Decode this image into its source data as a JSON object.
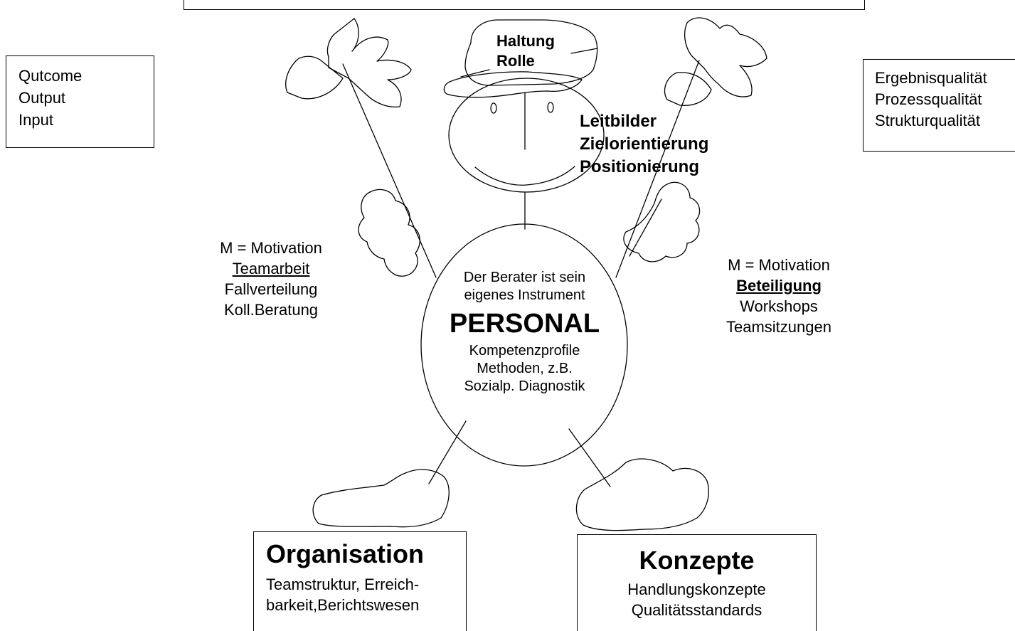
{
  "top_box": {},
  "left_box": {
    "lines": [
      "Qutcome",
      "Output",
      "Input"
    ]
  },
  "right_box": {
    "lines": [
      "Ergebnisqualität",
      "Prozessqualität",
      "Strukturqualität"
    ]
  },
  "hat": {
    "lines": [
      "Haltung",
      "Rolle"
    ]
  },
  "head_labels": {
    "lines": [
      "Leitbilder",
      "Zielorientierung",
      "Positionierung"
    ]
  },
  "left_arm": {
    "motivation": "M = Motivation",
    "heading": "Teamarbeit",
    "items": [
      "Fallverteilung",
      "Koll.Beratung"
    ]
  },
  "right_arm": {
    "motivation": "M = Motivation",
    "heading": "Beteiligung",
    "items": [
      "Workshops",
      "Teamsitzungen"
    ]
  },
  "body": {
    "intro": [
      "Der Berater ist sein",
      "eigenes Instrument"
    ],
    "title": "PERSONAL",
    "details": [
      "Kompetenzprofile",
      "Methoden, z.B.",
      "Sozialp. Diagnostik"
    ]
  },
  "organisation": {
    "title": "Organisation",
    "lines": [
      "Teamstruktur, Erreich-",
      "barkeit,Berichtswesen"
    ]
  },
  "konzepte": {
    "title": "Konzepte",
    "lines": [
      "Handlungskonzepte",
      "Qualitätsstandards"
    ]
  },
  "colors": {
    "ink": "#000000",
    "paper": "#ffffff"
  }
}
